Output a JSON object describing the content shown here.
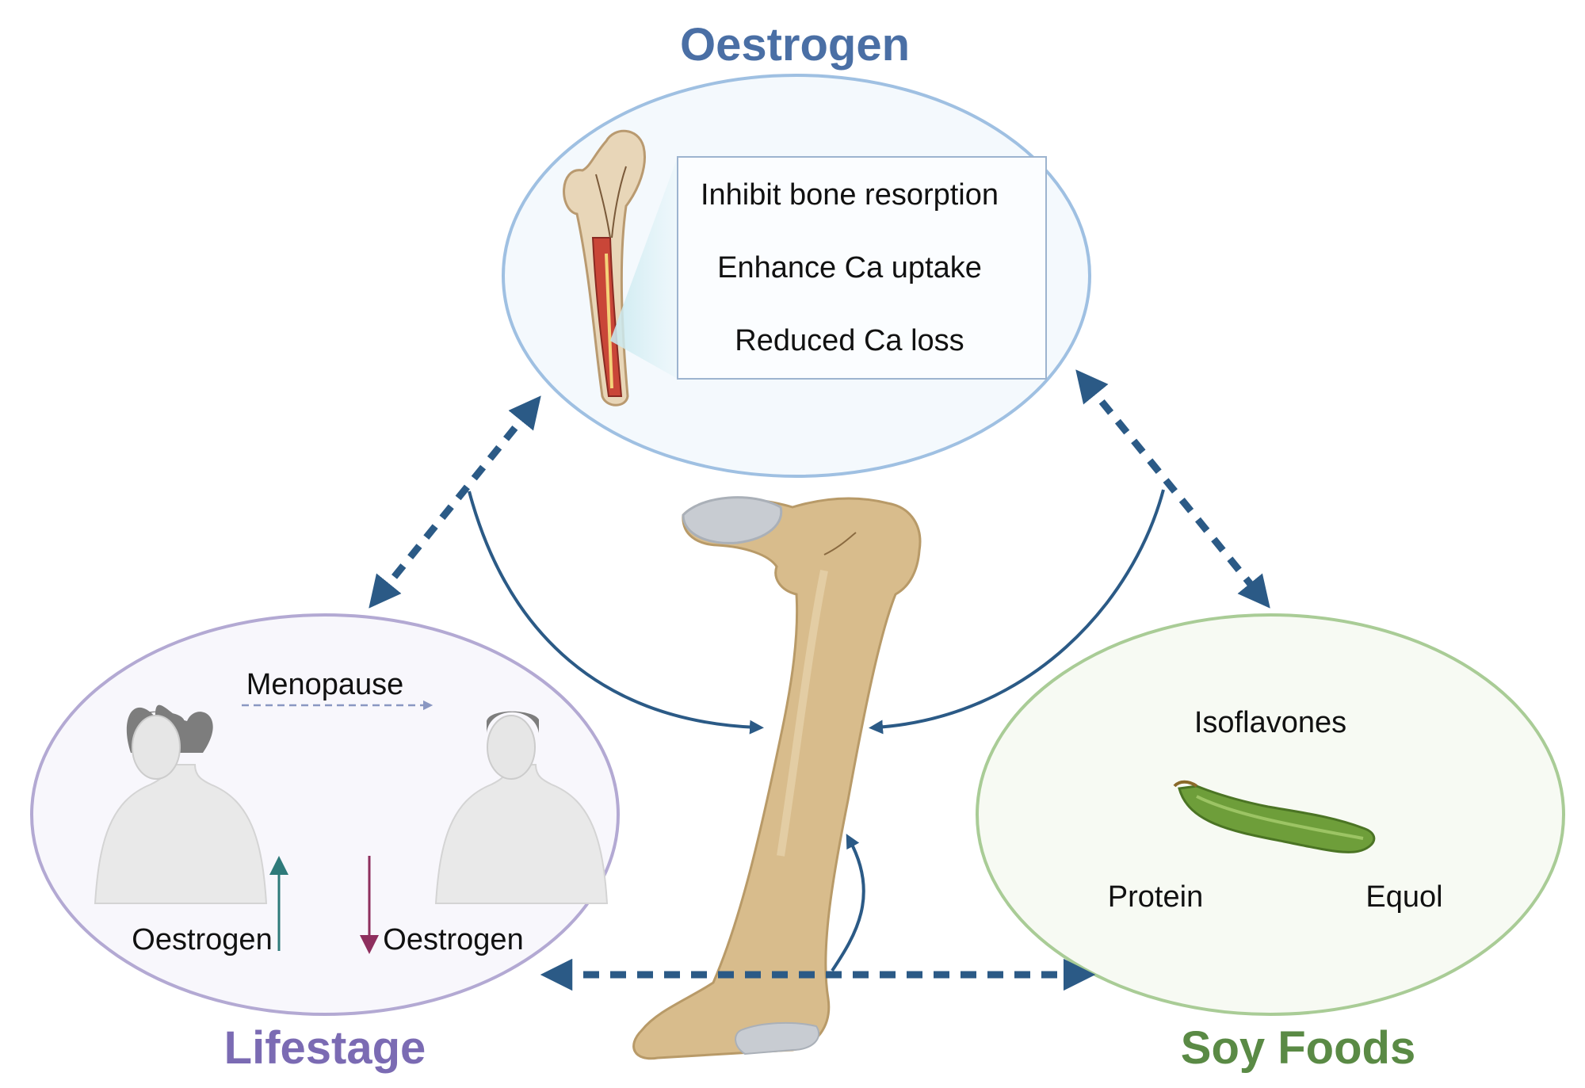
{
  "oestrogen": {
    "title": "Oestrogen",
    "effects": [
      "Inhibit bone resorption",
      "Enhance Ca uptake",
      "Reduced Ca loss"
    ]
  },
  "lifestage": {
    "title": "Lifestage",
    "menopause_label": "Menopause",
    "before_label": "Oestrogen",
    "after_label": "Oestrogen"
  },
  "soy": {
    "title": "Soy Foods",
    "isoflavones_label": "Isoflavones",
    "protein_label": "Protein",
    "equol_label": "Equol"
  },
  "colors": {
    "oestrogen_title": "#4a6fa5",
    "lifestage_title": "#7b6bb3",
    "soy_title": "#5a8a45",
    "arrow": "#2b5a86",
    "increase_arrow": "#2e7a7a",
    "decrease_arrow": "#8e2f5e"
  }
}
